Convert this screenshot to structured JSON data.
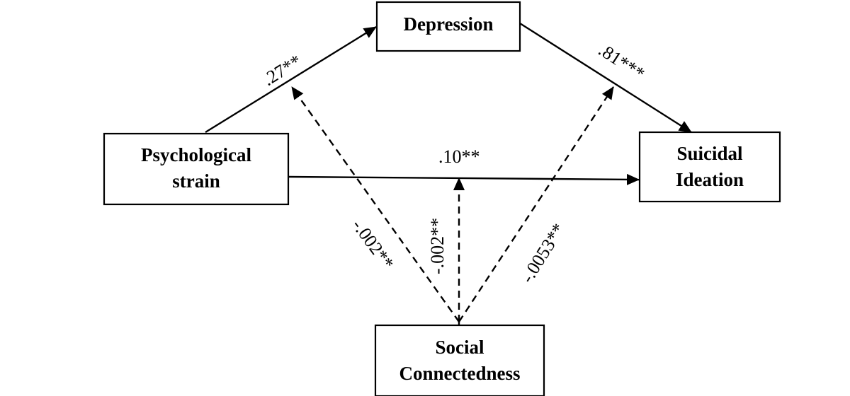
{
  "diagram": {
    "type": "moderated mediation path model",
    "nodes": {
      "depression": {
        "lines": [
          "Depression"
        ]
      },
      "psych_strain": {
        "lines": [
          "Psychological",
          "strain"
        ]
      },
      "suicidal": {
        "lines": [
          "Suicidal",
          "Ideation"
        ]
      },
      "social": {
        "lines": [
          "Social",
          "Connectedness"
        ]
      }
    },
    "edges": {
      "strain_to_depression": {
        "from": "Psychological strain",
        "to": "Depression",
        "style": "solid",
        "label": ".27**"
      },
      "depression_to_suicidal": {
        "from": "Depression",
        "to": "Suicidal Ideation",
        "style": "solid",
        "label": ".81***"
      },
      "strain_to_suicidal": {
        "from": "Psychological strain",
        "to": "Suicidal Ideation",
        "style": "solid",
        "label": ".10**"
      },
      "social_mod_a": {
        "from": "Social Connectedness",
        "to": "path a (strain→depression)",
        "style": "dashed",
        "label": "-.002**"
      },
      "social_mod_direct": {
        "from": "Social Connectedness",
        "to": "path c' (strain→suicidal)",
        "style": "dashed",
        "label": "-.002**"
      },
      "social_mod_b": {
        "from": "Social Connectedness",
        "to": "path b (depression→suicidal)",
        "style": "dashed",
        "label": "-.0053**"
      }
    }
  }
}
